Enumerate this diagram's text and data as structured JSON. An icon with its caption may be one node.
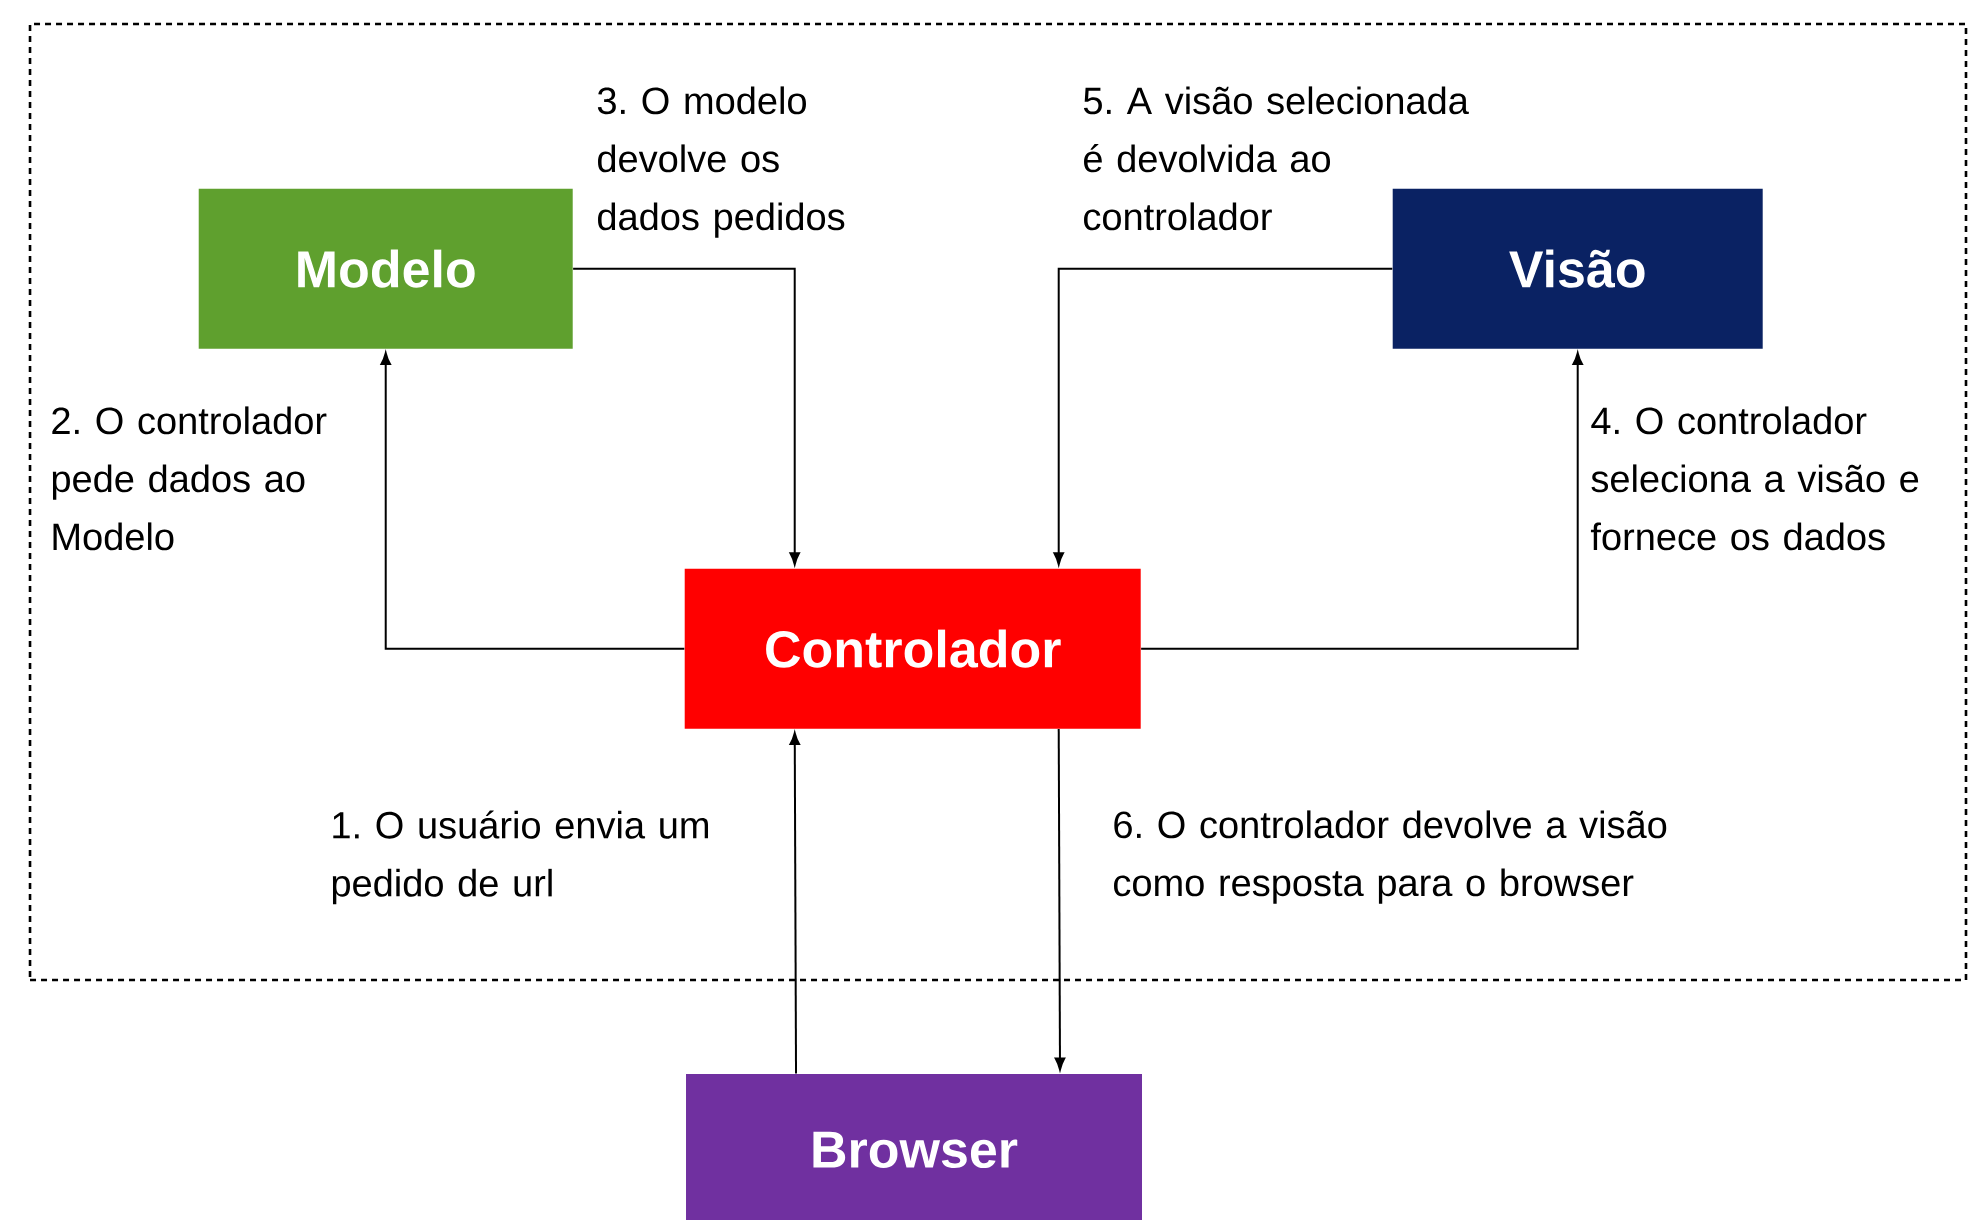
{
  "diagram": {
    "nodes": [
      {
        "text": [],
        "shape": "box"
      },
      {
        "text": [
          "Modelo"
        ],
        "in": 0
      },
      {
        "text": [
          "Visão"
        ],
        "in": 0
      },
      {
        "text": [
          "Controlador"
        ],
        "in": 0
      },
      {
        "text": [
          "Browser"
        ]
      }
    ],
    "edges": [
      {
        "from": 4,
        "to": 3,
        "arrow": "to",
        "label": "1. O usuário envia um pedido de url"
      },
      {
        "from": 3,
        "to": 1,
        "arrow": "to",
        "label": "2. O controlador pede dados ao Modelo"
      },
      {
        "from": 1,
        "to": 3,
        "arrow": "to",
        "label": "3. O modelo devolve os dados pedidos"
      },
      {
        "from": 3,
        "to": 2,
        "arrow": "to",
        "label": "4. O controlador seleciona a visão e fornece os dados"
      },
      {
        "from": 2,
        "to": 3,
        "arrow": "to",
        "label": "5. A visão selecionada é devolvida ao controlador"
      },
      {
        "from": 3,
        "to": 4,
        "arrow": "to",
        "label": "6. O controlador devolve a visão como resposta para o browser"
      }
    ]
  }
}
